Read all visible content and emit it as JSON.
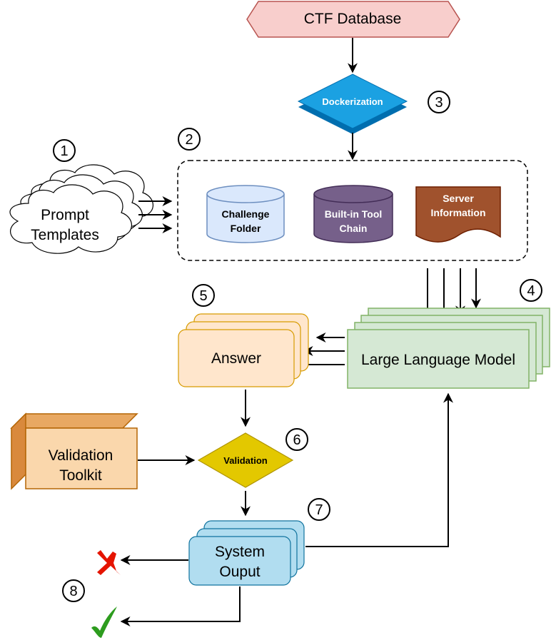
{
  "nodes": {
    "ctf_database": "CTF Database",
    "dockerization": "Dockerization",
    "prompt_templates": [
      "Prompt",
      "Templates"
    ],
    "challenge_folder": [
      "Challenge",
      "Folder"
    ],
    "builtin_tool_chain": [
      "Built-in Tool",
      "Chain"
    ],
    "server_information": [
      "Server",
      "Information"
    ],
    "large_language_model": "Large Language Model",
    "answer": "Answer",
    "validation": "Validation",
    "validation_toolkit": [
      "Validation",
      "Toolkit"
    ],
    "system_output": [
      "System",
      "Ouput"
    ]
  },
  "steps": [
    "1",
    "2",
    "3",
    "4",
    "5",
    "6",
    "7",
    "8"
  ],
  "outcomes": {
    "fail_icon": "cross-icon",
    "success_icon": "checkmark-icon"
  },
  "colors": {
    "ctf_fill": "#f8cecc",
    "ctf_stroke": "#b85450",
    "docker_fill": "#1ba1e2",
    "docker_stroke": "#006eaf",
    "challenge_fill": "#dae8fc",
    "challenge_stroke": "#6c8ebf",
    "tool_fill": "#76608a",
    "tool_stroke": "#432d57",
    "server_fill": "#a0522d",
    "server_stroke": "#6d1f00",
    "llm_fill": "#d5e8d4",
    "llm_stroke": "#82b366",
    "answer_fill": "#ffe6cc",
    "answer_stroke": "#d79b00",
    "validation_fill": "#e3c800",
    "validation_stroke": "#b09500",
    "toolkit_fill": "#fad7ac",
    "toolkit_stroke": "#b46504",
    "output_fill": "#b1ddf0",
    "output_stroke": "#10739e",
    "fail": "#e51400",
    "success": "#2d9c1e"
  }
}
